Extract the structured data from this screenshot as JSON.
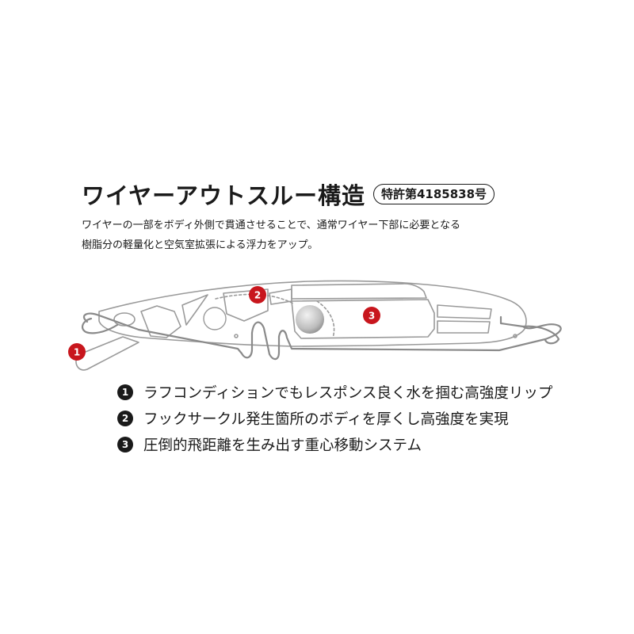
{
  "title": "ワイヤーアウトスルー構造",
  "patent": "特許第4185838号",
  "description": [
    "ワイヤーの一部をボディ外側で貫通させることで、通常ワイヤー下部に必要となる",
    "樹脂分の軽量化と空気室拡張による浮力をアップ。"
  ],
  "markers": [
    "1",
    "2",
    "3"
  ],
  "features": [
    {
      "num": "1",
      "text": "ラフコンディションでもレスポンス良く水を掴む高強度リップ"
    },
    {
      "num": "2",
      "text": "フックサークル発生箇所のボディを厚くし高強度を実現"
    },
    {
      "num": "3",
      "text": "圧倒的飛距離を生み出す重心移動システム"
    }
  ],
  "colors": {
    "marker": "#c8161d",
    "text": "#1a1a1a",
    "outline": "#9a9a9a"
  }
}
